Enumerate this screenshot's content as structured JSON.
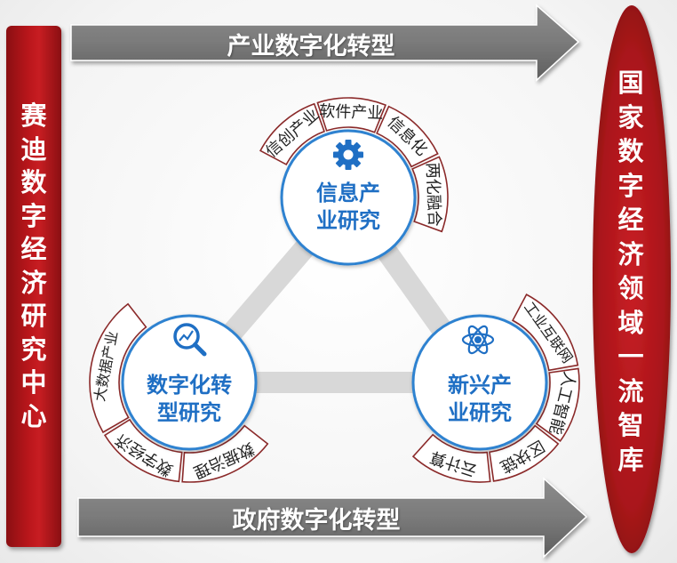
{
  "left_bar": {
    "chars": [
      "赛",
      "迪",
      "数",
      "字",
      "经",
      "济",
      "研",
      "究",
      "中",
      "心"
    ]
  },
  "right_oval": {
    "chars": [
      "国",
      "家",
      "数",
      "字",
      "经",
      "济",
      "领",
      "域",
      "一",
      "流",
      "智",
      "库"
    ]
  },
  "top_arrow": {
    "label": "产业数字化转型"
  },
  "bottom_arrow": {
    "label": "政府数字化转型"
  },
  "circles": [
    {
      "id": "info",
      "title": [
        "信息产",
        "业研究"
      ],
      "icon": "gear-icon",
      "segments": [
        "信创产业",
        "软件产业",
        "信息化",
        "两化融合"
      ]
    },
    {
      "id": "digital",
      "title": [
        "数字化转",
        "型研究"
      ],
      "icon": "magnifier-chart-icon",
      "segments": [
        "大数据产业",
        "数字经济",
        "数据治理"
      ]
    },
    {
      "id": "emerging",
      "title": [
        "新兴产",
        "业研究"
      ],
      "icon": "atom-icon",
      "segments": [
        "工业互联网",
        "人工智能",
        "区块链",
        "云计算"
      ]
    }
  ],
  "colors": {
    "red": "#b9161b",
    "gray_arrow": "#7f7f7f",
    "blue": "#1f6fc4",
    "ring_border": "#8b2a2a"
  }
}
